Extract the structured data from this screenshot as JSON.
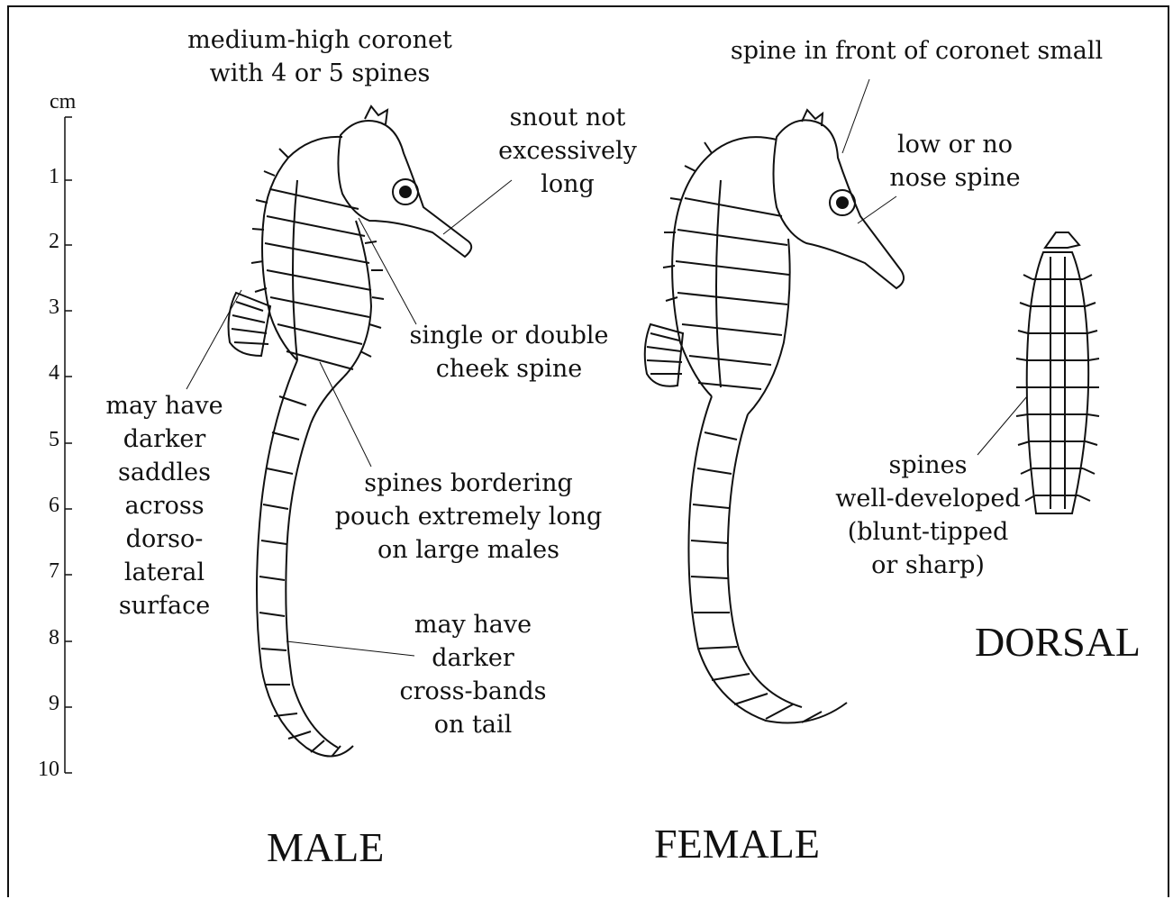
{
  "scale": {
    "unit": "cm",
    "ticks": [
      "1",
      "2",
      "3",
      "4",
      "5",
      "6",
      "7",
      "8",
      "9",
      "10"
    ]
  },
  "labels": {
    "coronet": [
      "medium-high coronet",
      "with 4 or 5 spines"
    ],
    "snout": [
      "snout not",
      "excessively",
      "long"
    ],
    "cheek": [
      "single or double",
      "cheek spine"
    ],
    "saddles": [
      "may have",
      "darker",
      "saddles",
      "across",
      "dorso-",
      "lateral",
      "surface"
    ],
    "pouch": [
      "spines bordering",
      "pouch extremely long",
      "on large males"
    ],
    "crossbands": [
      "may have",
      "darker",
      "cross-bands",
      "on tail"
    ],
    "front_spine": [
      "spine in front of coronet small"
    ],
    "nose": [
      "low or no",
      "nose spine"
    ],
    "dorsal_spines": [
      "spines",
      "well-developed",
      "(blunt-tipped",
      "or  sharp)"
    ]
  },
  "views": {
    "male": "MALE",
    "female": "FEMALE",
    "dorsal": "DORSAL"
  }
}
